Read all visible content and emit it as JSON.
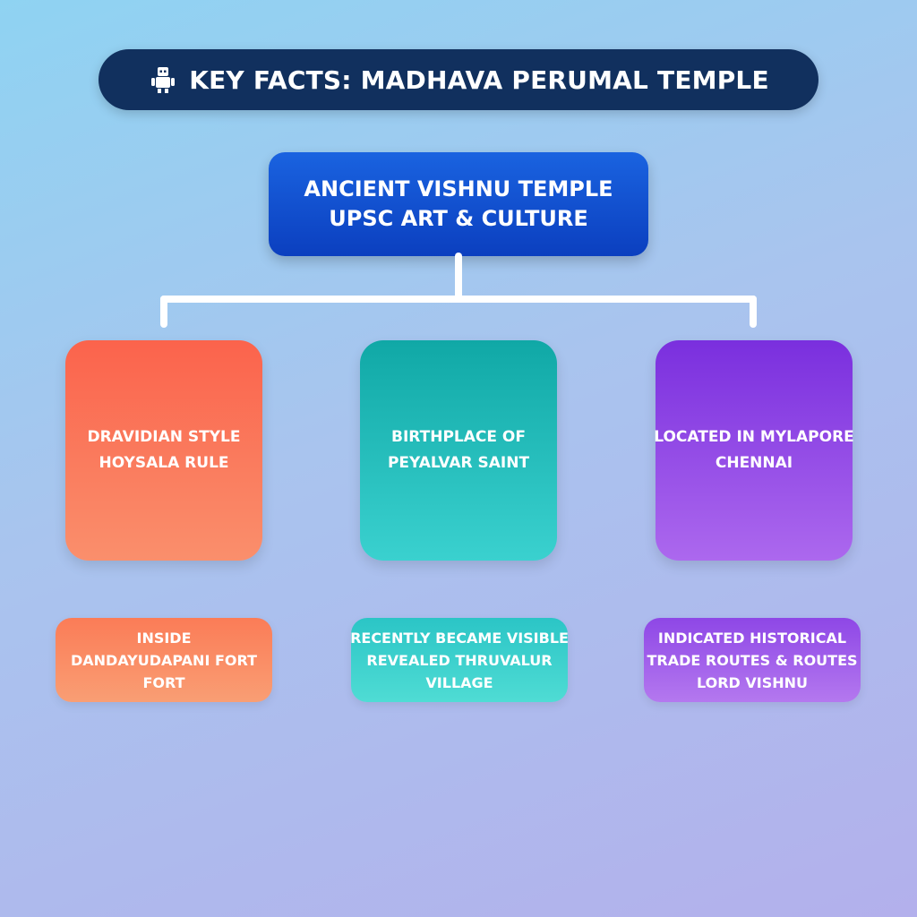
{
  "header": {
    "icon": "robot-icon",
    "title": "KEY FACTS: MADHAVA PERUMAL TEMPLE"
  },
  "root": {
    "lines": [
      "ANCIENT VISHNU TEMPLE",
      "UPSC ART & CULTURE"
    ]
  },
  "cards": [
    {
      "lines": [
        "DRAVIDIAN STYLE",
        "HOYSALA RULE"
      ]
    },
    {
      "lines": [
        "BIRTHPLACE OF",
        "PEYALVAR SAINT"
      ]
    },
    {
      "lines": [
        "LOCATED IN MYLAPORE",
        "CHENNAI"
      ]
    }
  ],
  "subcards": [
    {
      "lines": [
        "INSIDE",
        "DANDAYUDAPANI FORT",
        "FORT"
      ]
    },
    {
      "lines": [
        "RECENTLY BECAME VISIBLE",
        "REVEALED THRUVALUR",
        "VILLAGE"
      ]
    },
    {
      "lines": [
        "INDICATED HISTORICAL",
        "TRADE ROUTES & ROUTES",
        "LORD VISHNU"
      ]
    }
  ],
  "colors": {
    "title_bar": "#11305e",
    "root_box": "#0b3fbf",
    "card_orange": "#fb634c",
    "card_teal": "#10a8a6",
    "card_purple": "#7a2fde",
    "connector": "#ffffff"
  }
}
